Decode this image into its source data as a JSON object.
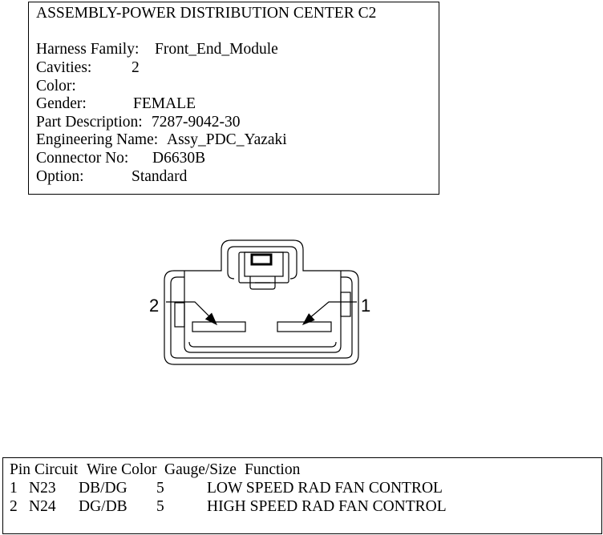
{
  "header_box": {
    "title": "ASSEMBLY-POWER DISTRIBUTION CENTER C2",
    "fields": [
      {
        "label": "Harness Family:",
        "value": "Front_End_Module"
      },
      {
        "label": "Cavities:",
        "value": "2"
      },
      {
        "label": "Color:"
      },
      {
        "label": "Gender:",
        "value": "FEMALE"
      },
      {
        "label": "Part Description:",
        "value": "7287-9042-30"
      },
      {
        "label": "Engineering Name:",
        "value": "Assy_PDC_Yazaki"
      },
      {
        "label": "Connector No:",
        "value": "D6630B"
      },
      {
        "label": "Option:",
        "value": "Standard"
      }
    ]
  },
  "connector": {
    "left_pin_label": "2",
    "right_pin_label": "1"
  },
  "pin_table": {
    "headers": [
      "Pin",
      "Circuit",
      "Wire Color",
      "Gauge/Size",
      "Function"
    ],
    "rows": [
      [
        "1",
        "N23",
        "DB/DG",
        "5",
        "LOW SPEED RAD FAN CONTROL"
      ],
      [
        "2",
        "N24",
        "DG/DB",
        "5",
        "HIGH SPEED RAD FAN CONTROL"
      ]
    ]
  }
}
